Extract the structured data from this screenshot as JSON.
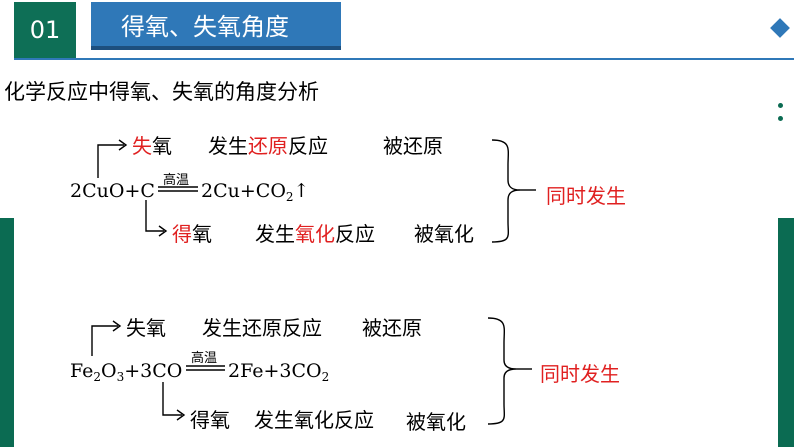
{
  "header": {
    "badge": "01",
    "title": "得氧、失氧角度"
  },
  "intro": "化学反应中得氧、失氧的角度分析",
  "reaction1": {
    "top": {
      "prefix": "失",
      "rest": "氧",
      "desc_a": "发生",
      "desc_b": "还原",
      "desc_c": "反应",
      "result": "被还原"
    },
    "equation": {
      "left": "2CuO+C",
      "condition": "高温",
      "right": "2Cu+CO",
      "sub": "2",
      "tail": "↑"
    },
    "bottom": {
      "prefix": "得",
      "rest": "氧",
      "desc_a": "发生",
      "desc_b": "氧化",
      "desc_c": "反应",
      "result": "被氧化"
    },
    "conclusion": "同时发生"
  },
  "reaction2": {
    "top": {
      "label": "失氧",
      "desc": "发生还原反应",
      "result": "被还原"
    },
    "equation": {
      "fe": "Fe",
      "sub_a": "2",
      "o": "O",
      "sub_b": "3",
      "left_tail": "+3CO",
      "condition": "高温",
      "right": "2Fe+3CO",
      "sub_c": "2"
    },
    "bottom": {
      "label": "得氧",
      "desc": "发生氧化反应",
      "result": "被氧化"
    },
    "conclusion": "同时发生"
  }
}
